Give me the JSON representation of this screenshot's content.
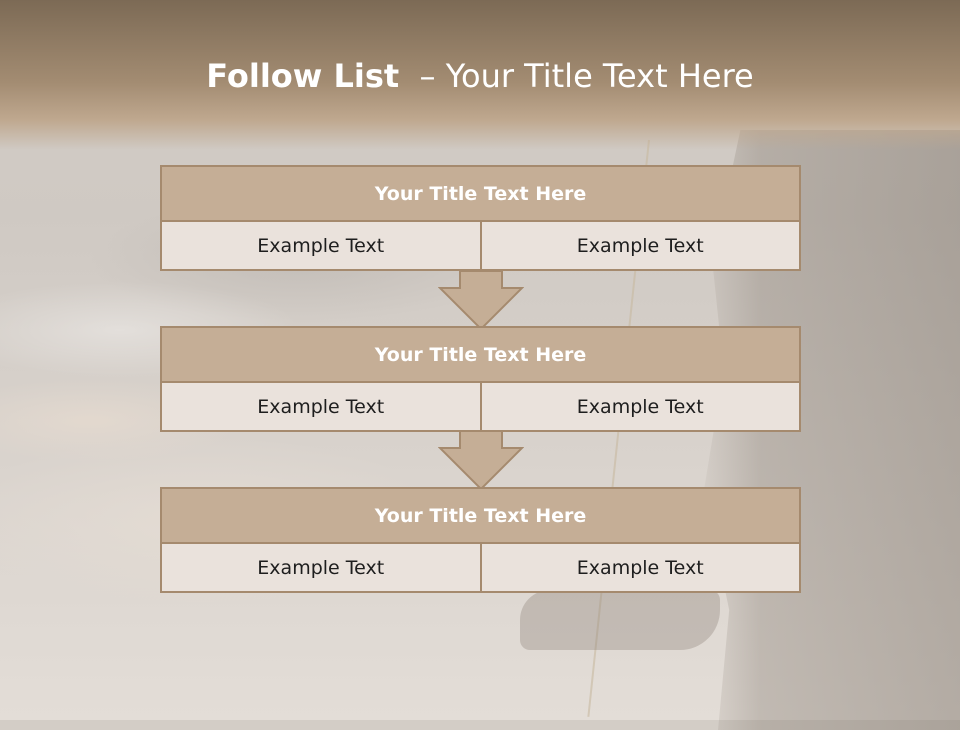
{
  "slide": {
    "title_bold": "Follow List",
    "title_rest": "  – Your Title Text Here"
  },
  "blocks": [
    {
      "title": "Your Title Text Here",
      "left": "Example Text",
      "right": "Example Text"
    },
    {
      "title": "Your Title Text Here",
      "left": "Example Text",
      "right": "Example Text"
    },
    {
      "title": "Your Title Text Here",
      "left": "Example Text",
      "right": "Example Text"
    }
  ],
  "colors": {
    "title_fill": "#c5ae96",
    "border": "#a58a6e",
    "cell_fill": "#eae2dc",
    "header_band": "#a38c72"
  }
}
